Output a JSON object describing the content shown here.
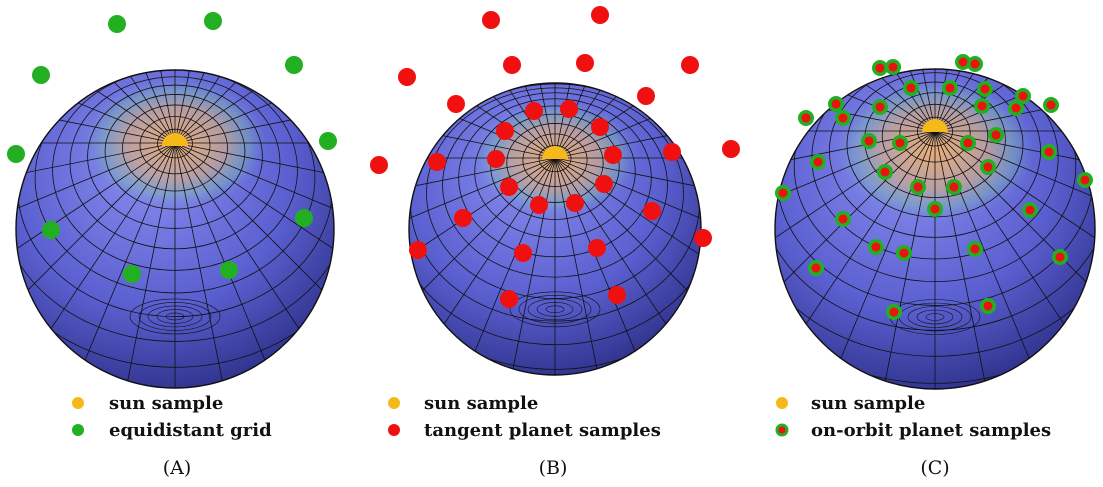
{
  "panels": [
    {
      "caption": "(A)",
      "legend": [
        {
          "label": "sun sample",
          "marker": "sun"
        },
        {
          "label": "equidistant grid",
          "marker": "green"
        }
      ]
    },
    {
      "caption": "(B)",
      "legend": [
        {
          "label": "sun sample",
          "marker": "sun"
        },
        {
          "label": "tangent planet samples",
          "marker": "red"
        }
      ]
    },
    {
      "caption": "(C)",
      "legend": [
        {
          "label": "sun sample",
          "marker": "sun"
        },
        {
          "label": "on-orbit planet samples",
          "marker": "ring"
        }
      ]
    }
  ],
  "colors": {
    "sun": "#f5b91a",
    "green": "#22b022",
    "red": "#f01010",
    "sphere_base": "#5a5fd0",
    "sphere_glow": "#e6b07a",
    "grid_line": "#111111"
  }
}
